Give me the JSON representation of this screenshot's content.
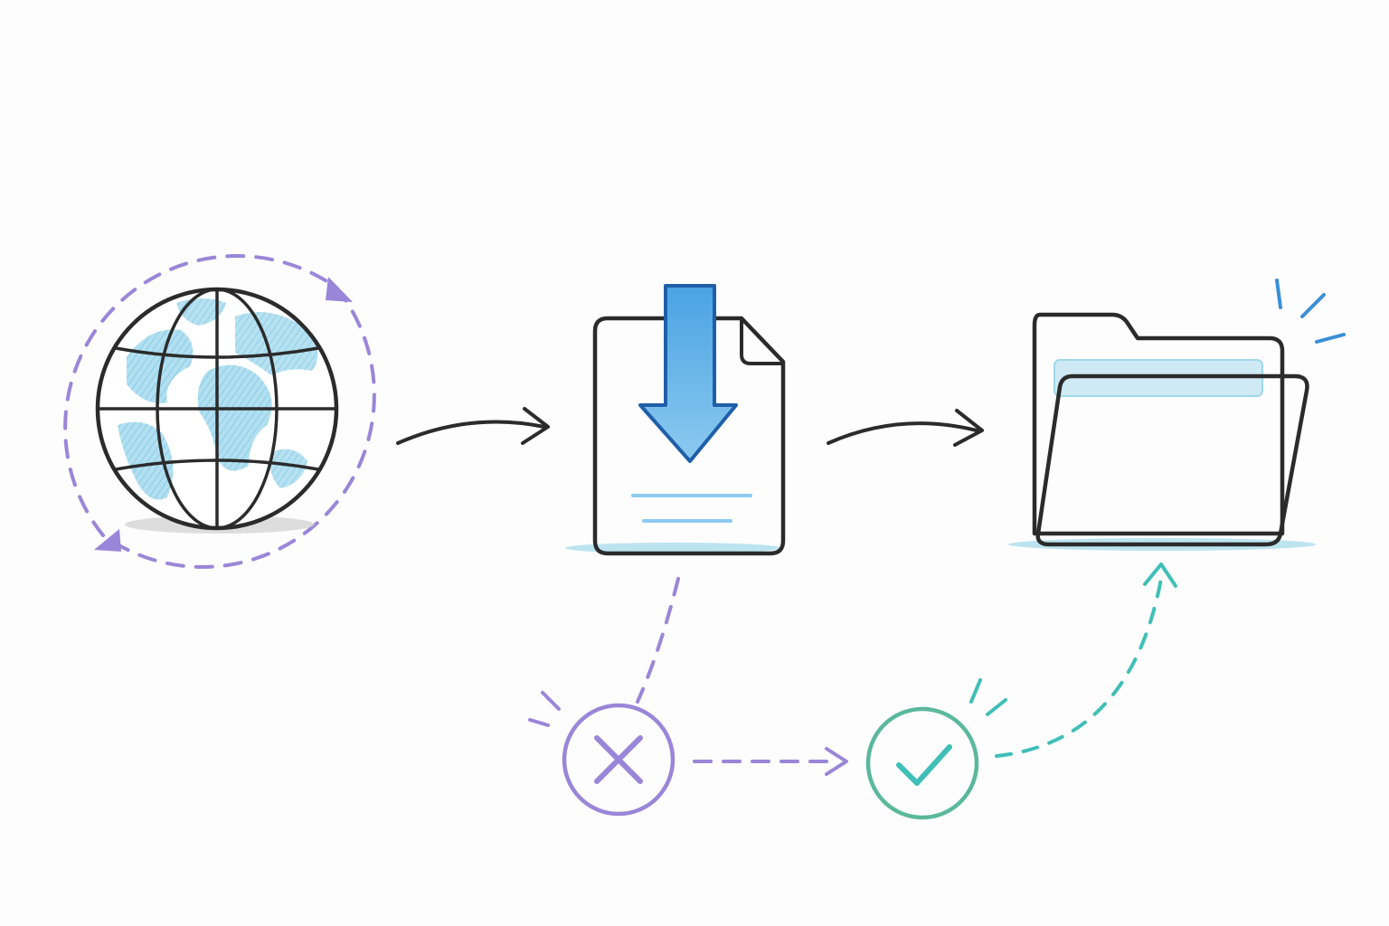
{
  "diagram": {
    "nodes": [
      {
        "id": "internet",
        "icon": "globe-icon"
      },
      {
        "id": "download",
        "icon": "download-file-icon"
      },
      {
        "id": "folder",
        "icon": "open-folder-icon"
      },
      {
        "id": "failure",
        "icon": "x-circle-icon"
      },
      {
        "id": "success",
        "icon": "check-circle-icon"
      }
    ],
    "edges": [
      {
        "from": "internet",
        "to": "download",
        "style": "solid"
      },
      {
        "from": "download",
        "to": "folder",
        "style": "solid"
      },
      {
        "from": "download",
        "to": "failure",
        "style": "dashed"
      },
      {
        "from": "failure",
        "to": "success",
        "style": "dashed"
      },
      {
        "from": "success",
        "to": "folder",
        "style": "dashed"
      },
      {
        "from": "internet",
        "to": "internet",
        "style": "dashed-cycle"
      }
    ]
  },
  "colors": {
    "ink": "#2b2b2b",
    "globe_fill": "#9fd8ea",
    "arrow_blue": "#3a8fd6",
    "arrow_blue_dark": "#1f5fa8",
    "purple": "#9a86d8",
    "teal": "#3fbfb8",
    "teal_dark": "#5ab89c",
    "folder_inner": "#cfeaf5"
  }
}
